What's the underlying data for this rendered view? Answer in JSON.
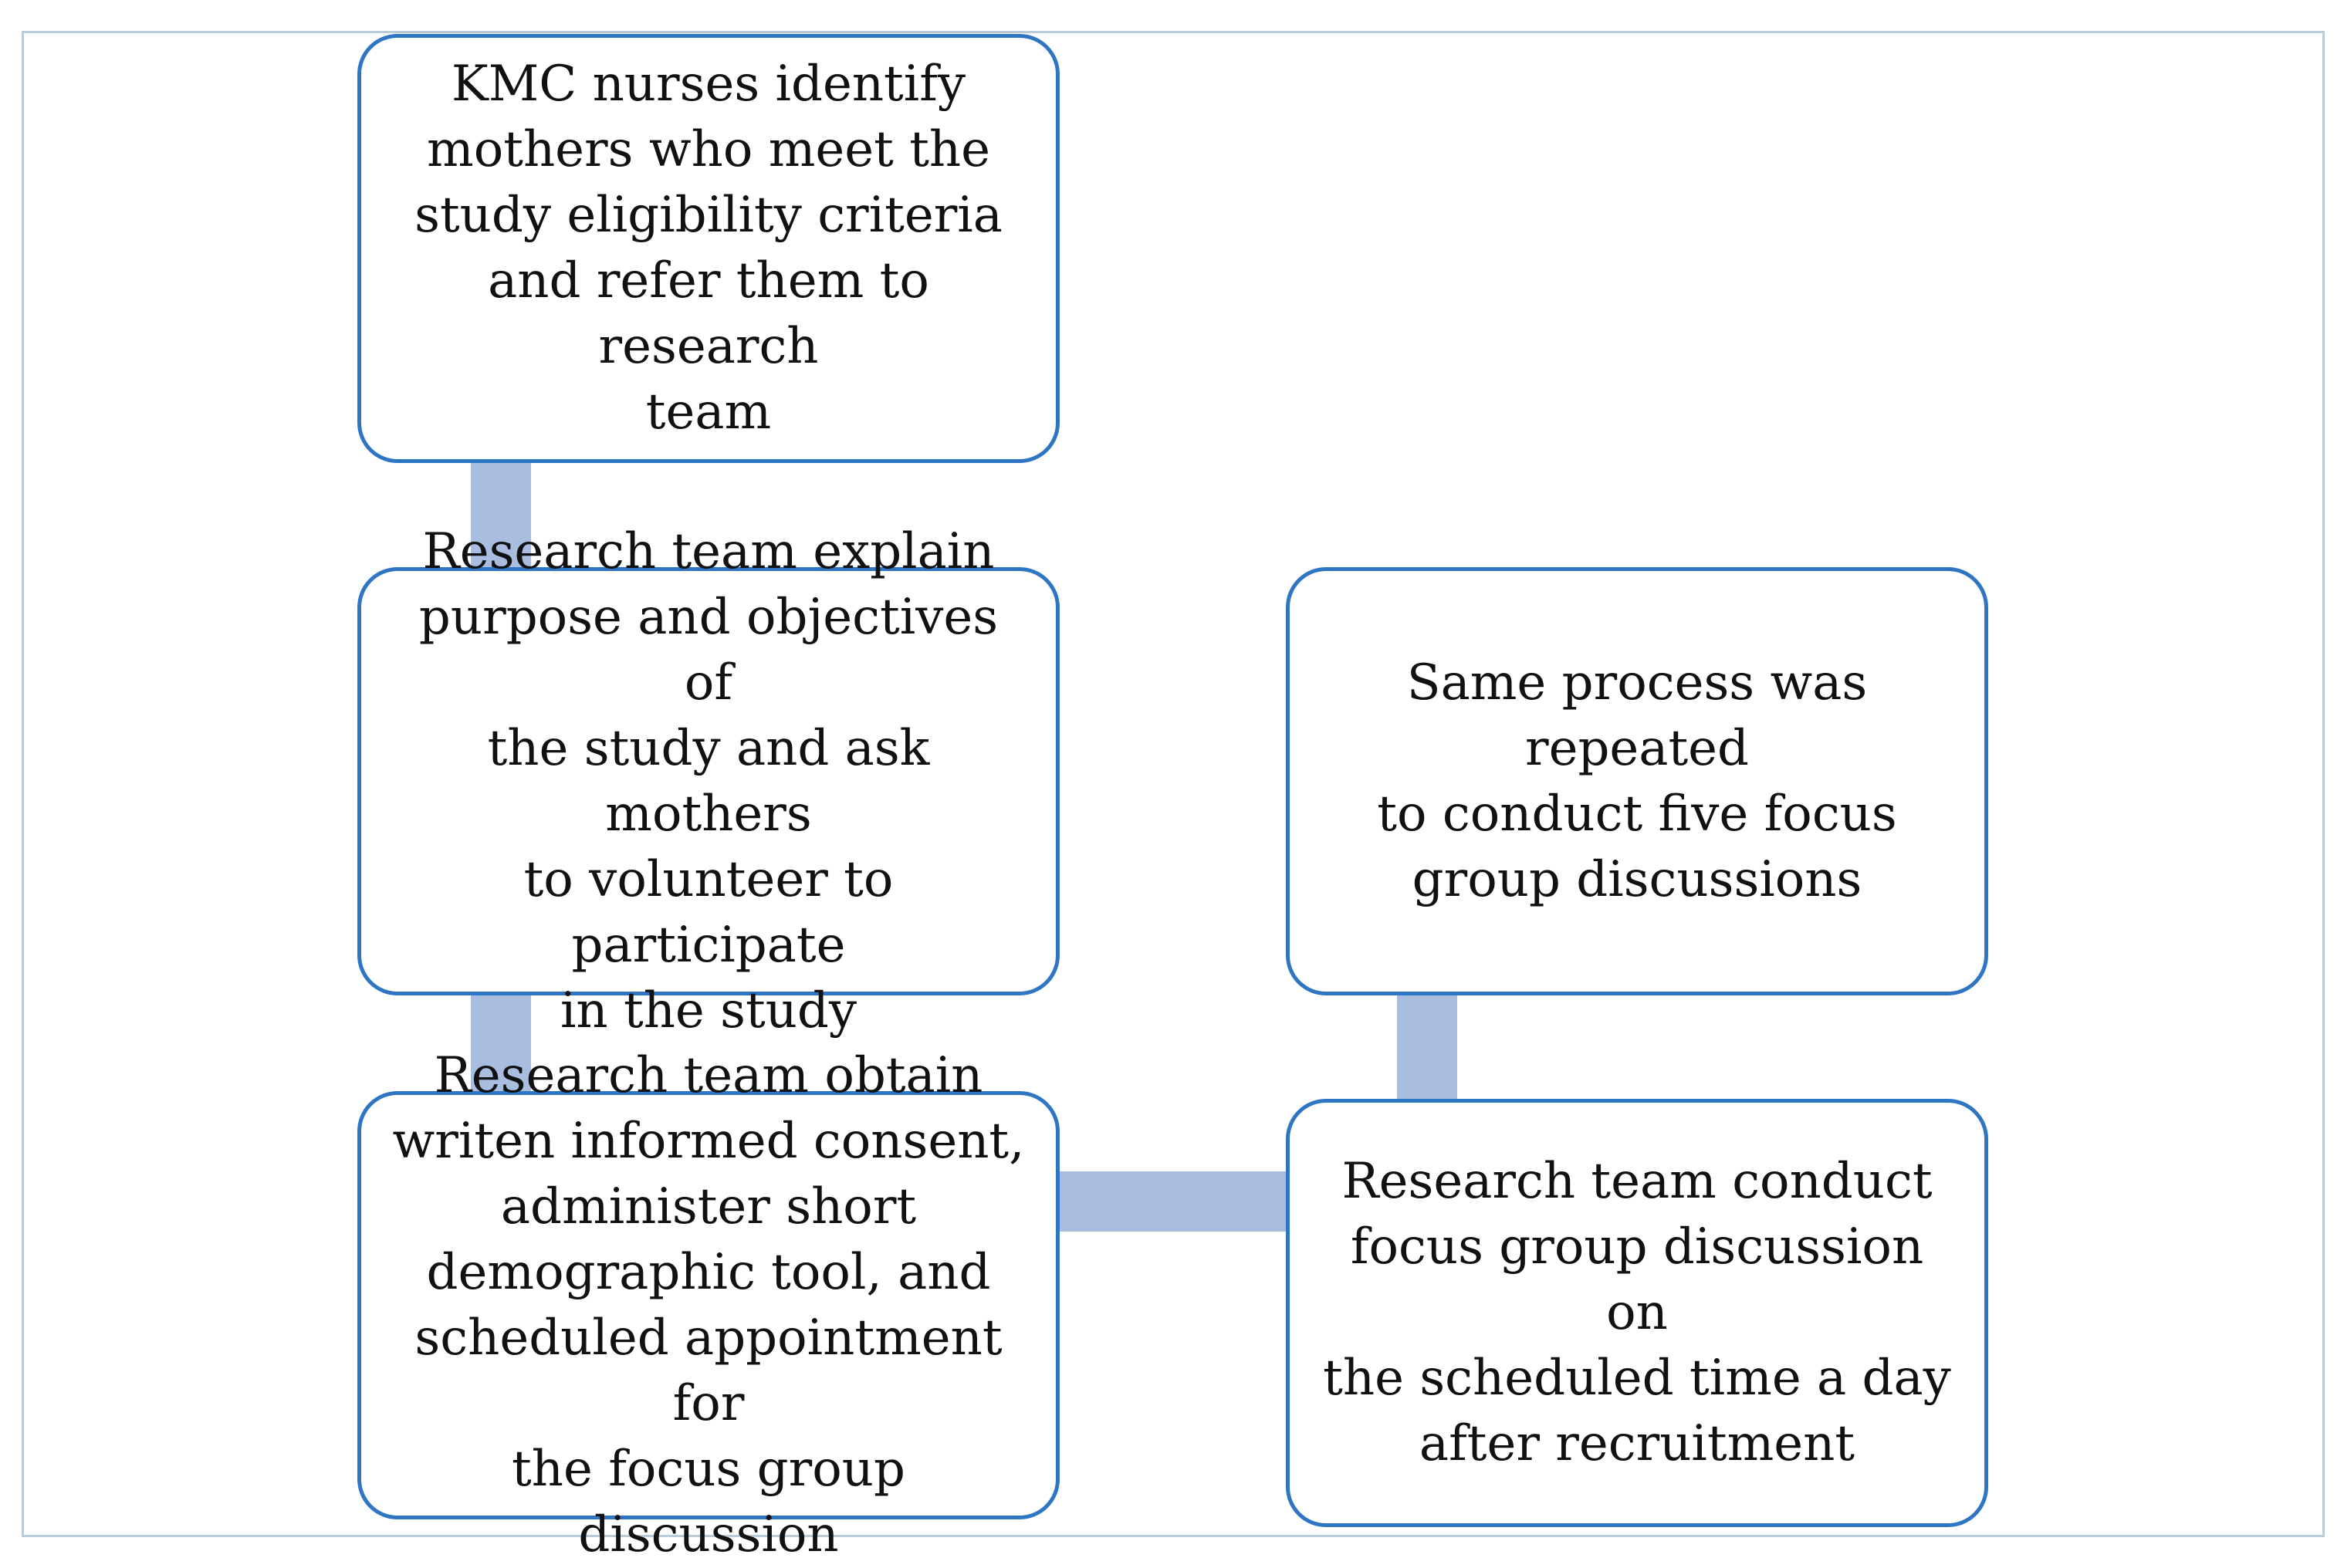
{
  "diagram": {
    "colors": {
      "node_border": "#2e75c3",
      "connector": "#a9bde0",
      "frame_border": "#b9cbd9",
      "text": "#111111"
    },
    "nodes": {
      "identify": "KMC nurses identify\nmothers who meet the\nstudy eligibility  criteria\nand refer them to research\nteam",
      "explain": "Research team explain\npurpose and objectives of\nthe study and ask mothers\nto volunteer to participate\nin the study",
      "consent": "Research team obtain\nwriten informed consent,\nadminister short\ndemographic tool, and\nscheduled appointment for\nthe focus group discussion",
      "conduct": "Research team conduct\nfocus group discussion on\nthe scheduled time a day\nafter recruitment",
      "repeat": "Same process was repeated\nto conduct five focus\ngroup discussions"
    }
  }
}
